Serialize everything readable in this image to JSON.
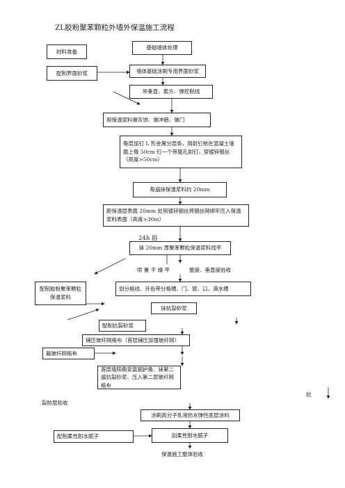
{
  "title": "ZL胶粉聚苯颗粒外墙外保温施工流程",
  "nodes": {
    "materials": "材料准备",
    "base_wall": "基础墙体处理",
    "mix_interface": "配制界面砂浆",
    "brush_interface": "墙体基础涂刷专用界面砂浆",
    "plumb": "吊垂直、套方、弹控制线",
    "ash_cake": "用保温浆料做灰饼、做冲筋、做门",
    "l_nail": "每层加钉 L 形金属分层条，用射钉枪在混凝土墙面上每 50cm 钉一个带尾孔射钉，穿镀锌钢丝（高度>50cm）",
    "each_coat": "每遍抹保温浆料约 20mm",
    "steel_mesh": "距保温层表面 20mm 处用镀锌钢丝将钢丝网绑牢压入保温浆料表面（高度>30m）",
    "after_24h": "24h 后",
    "smooth_20mm": "抹 20mm 厚聚苯颗粒保温浆料找平",
    "spray_cure": "喷 置 干 燥    平",
    "flatness_check": "整度、垂直度验收",
    "mix_insulation": "配制胶粉聚苯颗粒保温浆料",
    "divide_grooves": "划分格线、开色带分格槽、门、窗、口、滴水槽",
    "crack_mortar": "抹抗裂砂浆",
    "mix_crack": "配制抗裂砂浆",
    "press_mesh": "铺压玻纤网格布（首层铺压加强玻纤网）",
    "cut_mesh": "裁玻纤网格布",
    "first_floor": "首层墙阳角安装钢护角、抹第二遍抗裂砂浆、压入第二层玻纤网格布",
    "kang": "抗",
    "waterproof_check": "裂防层验收",
    "elastic_primer": "涂刷高分子乳液防水弹性底层涂料",
    "mix_putty": "配制柔性耐水腻子",
    "scrape_putty": "刮柔性耐水腻子",
    "final_check": "保温施工整体验收"
  }
}
